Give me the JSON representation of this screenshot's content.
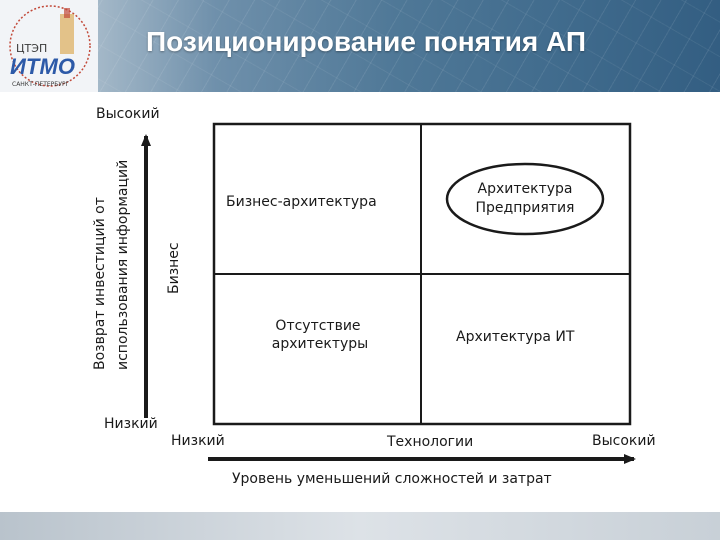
{
  "header": {
    "title": "Позиционирование понятия АП",
    "logo": {
      "top_text": "ЦТЭП",
      "main_text": "ИТМО",
      "bottom_text": "САНКТ-ПЕТЕРБУРГ"
    },
    "colors": {
      "band": "#4f7897",
      "title": "#ffffff"
    }
  },
  "diagram": {
    "y_axis": {
      "high": "Высокий",
      "low": "Низкий",
      "label_line1": "Возврат инвестиций от",
      "label_line2": "использования информаций",
      "dimension": "Бизнес"
    },
    "x_axis": {
      "low": "Низкий",
      "high": "Высокий",
      "dimension": "Технологии",
      "label": "Уровень уменьшений сложностей и затрат"
    },
    "quadrants": {
      "top_left": [
        "Бизнес-архитектура"
      ],
      "top_right": [
        "Архитектура",
        "Предприятия"
      ],
      "bottom_left": [
        "Отсутствие",
        "архитектуры"
      ],
      "bottom_right": [
        "Архитектура ИТ"
      ]
    },
    "highlight": "top_right"
  }
}
